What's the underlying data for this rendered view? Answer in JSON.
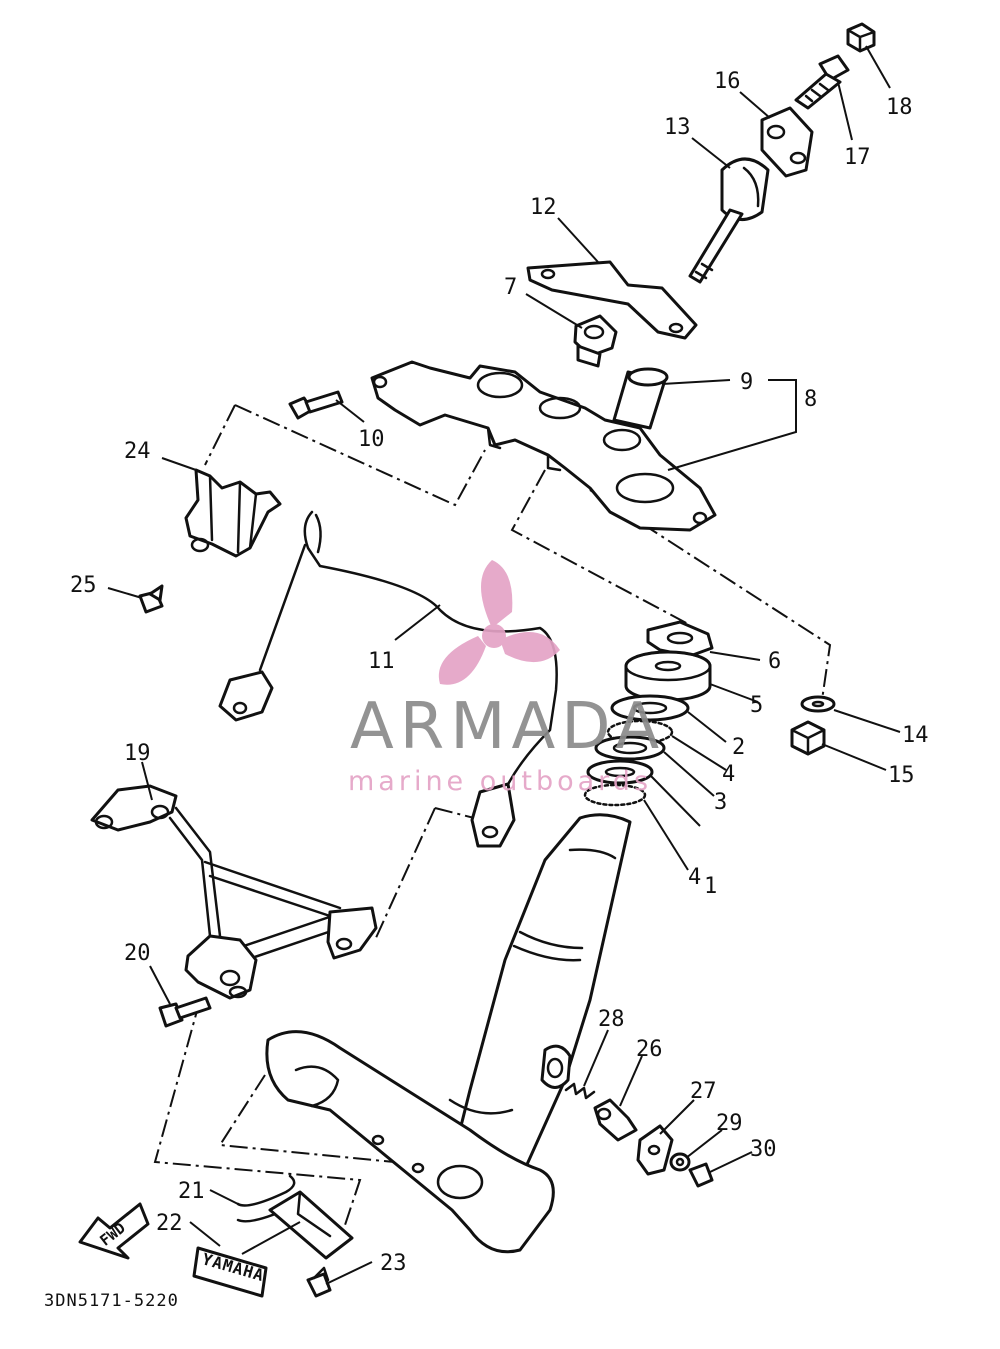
{
  "diagram": {
    "part_code": "3DN5171-5220",
    "callouts": [
      {
        "id": "c1",
        "label": "1"
      },
      {
        "id": "c2",
        "label": "2"
      },
      {
        "id": "c3",
        "label": "3"
      },
      {
        "id": "c4a",
        "label": "4"
      },
      {
        "id": "c4b",
        "label": "4"
      },
      {
        "id": "c5",
        "label": "5"
      },
      {
        "id": "c6",
        "label": "6"
      },
      {
        "id": "c7",
        "label": "7"
      },
      {
        "id": "c8",
        "label": "8"
      },
      {
        "id": "c9",
        "label": "9"
      },
      {
        "id": "c10",
        "label": "10"
      },
      {
        "id": "c11",
        "label": "11"
      },
      {
        "id": "c12",
        "label": "12"
      },
      {
        "id": "c13",
        "label": "13"
      },
      {
        "id": "c14",
        "label": "14"
      },
      {
        "id": "c15",
        "label": "15"
      },
      {
        "id": "c16",
        "label": "16"
      },
      {
        "id": "c17",
        "label": "17"
      },
      {
        "id": "c18",
        "label": "18"
      },
      {
        "id": "c19",
        "label": "19"
      },
      {
        "id": "c20",
        "label": "20"
      },
      {
        "id": "c21",
        "label": "21"
      },
      {
        "id": "c22",
        "label": "22"
      },
      {
        "id": "c23",
        "label": "23"
      },
      {
        "id": "c24",
        "label": "24"
      },
      {
        "id": "c25",
        "label": "25"
      },
      {
        "id": "c26",
        "label": "26"
      },
      {
        "id": "c27",
        "label": "27"
      },
      {
        "id": "c28",
        "label": "28"
      },
      {
        "id": "c29",
        "label": "29"
      },
      {
        "id": "c30",
        "label": "30"
      }
    ],
    "fwd_label": "FWD",
    "emblem_label": "YAMAHA"
  },
  "watermark": {
    "brand": "ARMADA",
    "tagline": "marine outboards",
    "color": "#e4a3c6",
    "gray": "#8a8a8a"
  }
}
